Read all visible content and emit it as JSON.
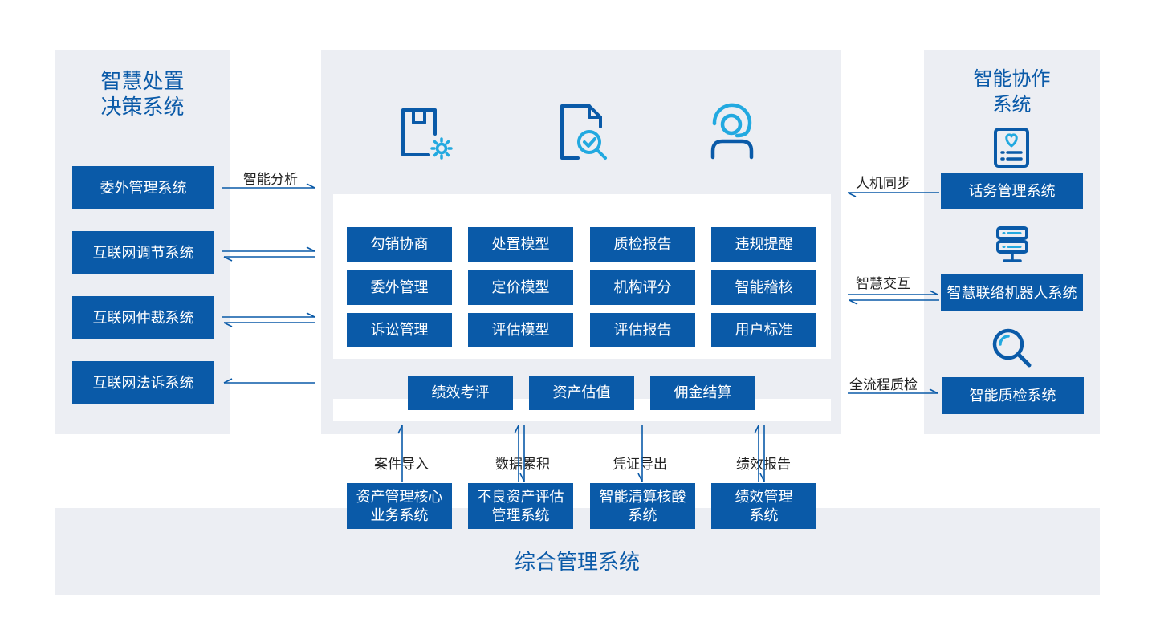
{
  "left": {
    "title": "智慧处置\n决策系统",
    "items": [
      "委外管理系统",
      "互联网调节系统",
      "互联网仲裁系统",
      "互联网法诉系统"
    ],
    "arrow_label": "智能分析"
  },
  "right": {
    "title": "智能协作\n系统",
    "items": [
      "话务管理系统",
      "智慧联络机器人系统",
      "智能质检系统"
    ],
    "arrow_labels": [
      "人机同步",
      "智慧交互",
      "全流程质检"
    ]
  },
  "center": {
    "grid": [
      [
        "勾销协商",
        "处置模型",
        "质检报告",
        "违规提醒"
      ],
      [
        "委外管理",
        "定价模型",
        "机构评分",
        "智能稽核"
      ],
      [
        "诉讼管理",
        "评估模型",
        "评估报告",
        "用户标准"
      ]
    ],
    "row": [
      "绩效考评",
      "资产估值",
      "佣金结算"
    ]
  },
  "bottom": {
    "labels": [
      "案件导入",
      "数据累积",
      "凭证导出",
      "绩效报告"
    ],
    "boxes": [
      "资产管理核心\n业务系统",
      "不良资产评估\n管理系统",
      "智能清算核酸\n系统",
      "绩效管理\n系统"
    ],
    "title": "综合管理系统"
  },
  "icons": [
    "box-gear-icon",
    "document-search-icon",
    "agent-headset-icon",
    "contact-card-icon",
    "server-icon",
    "magnifier-icon"
  ],
  "colors": {
    "primary": "#0a5aa8",
    "panel": "#eceef3",
    "accent": "#22a9e0"
  }
}
